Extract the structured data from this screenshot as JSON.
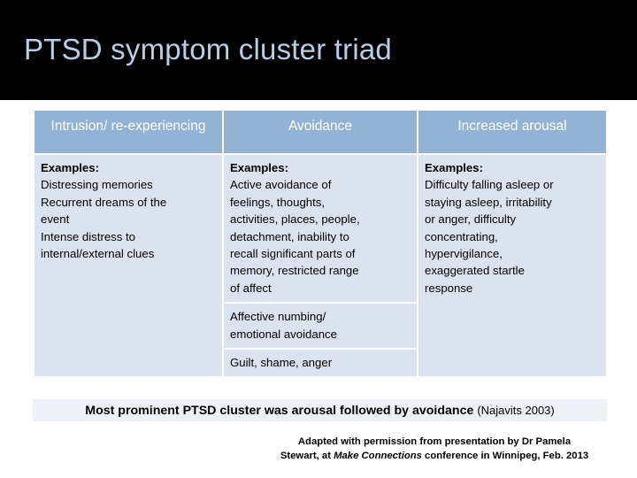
{
  "slide": {
    "title": "PTSD symptom cluster triad",
    "title_color": "#b9cde5",
    "band_color": "#000000",
    "header_cell_color": "#92b2d6",
    "body_cell_color": "#dce3f0",
    "caption_strip_color": "#eef1f8"
  },
  "table": {
    "headers": [
      "Intrusion/ re-experiencing",
      "Avoidance",
      "Increased arousal"
    ],
    "header_lines": {
      "col1_line1": "Intrusion/",
      "col1_line2": "re-experiencing",
      "col2_line1": "Avoidance",
      "col3_line1": "Increased",
      "col3_line2": "arousal"
    },
    "column1": {
      "lead": "Examples:",
      "lines": [
        "Distressing memories",
        "Recurrent dreams of the",
        "event",
        "Intense distress to",
        "internal/external clues"
      ]
    },
    "column2": {
      "row1": {
        "lead": "Examples:",
        "lines": [
          "Active avoidance  of",
          "feelings, thoughts,",
          "activities, places, people,",
          "detachment, inability to",
          "recall significant parts of",
          "memory, restricted range",
          "of affect"
        ]
      },
      "row2": {
        "lines": [
          "Affective numbing/",
          "emotional avoidance"
        ]
      },
      "row3": {
        "lines": [
          "Guilt, shame, anger"
        ]
      }
    },
    "column3": {
      "lead": "Examples:",
      "lines": [
        "Difficulty falling asleep or",
        "staying asleep, irritability",
        "or anger, difficulty",
        "concentrating,",
        "hypervigilance,",
        "exaggerated startle",
        "response"
      ]
    }
  },
  "caption": {
    "main": "Most prominent PTSD cluster  was arousal followed by avoidance ",
    "citation": "(Najavits 2003)"
  },
  "footer": {
    "line1": "Adapted with permission from presentation by Dr Pamela",
    "line2_pre": "Stewart, at ",
    "line2_italic": "Make Connections",
    "line2_post": "  conference in Winnipeg, Feb. 2013"
  }
}
